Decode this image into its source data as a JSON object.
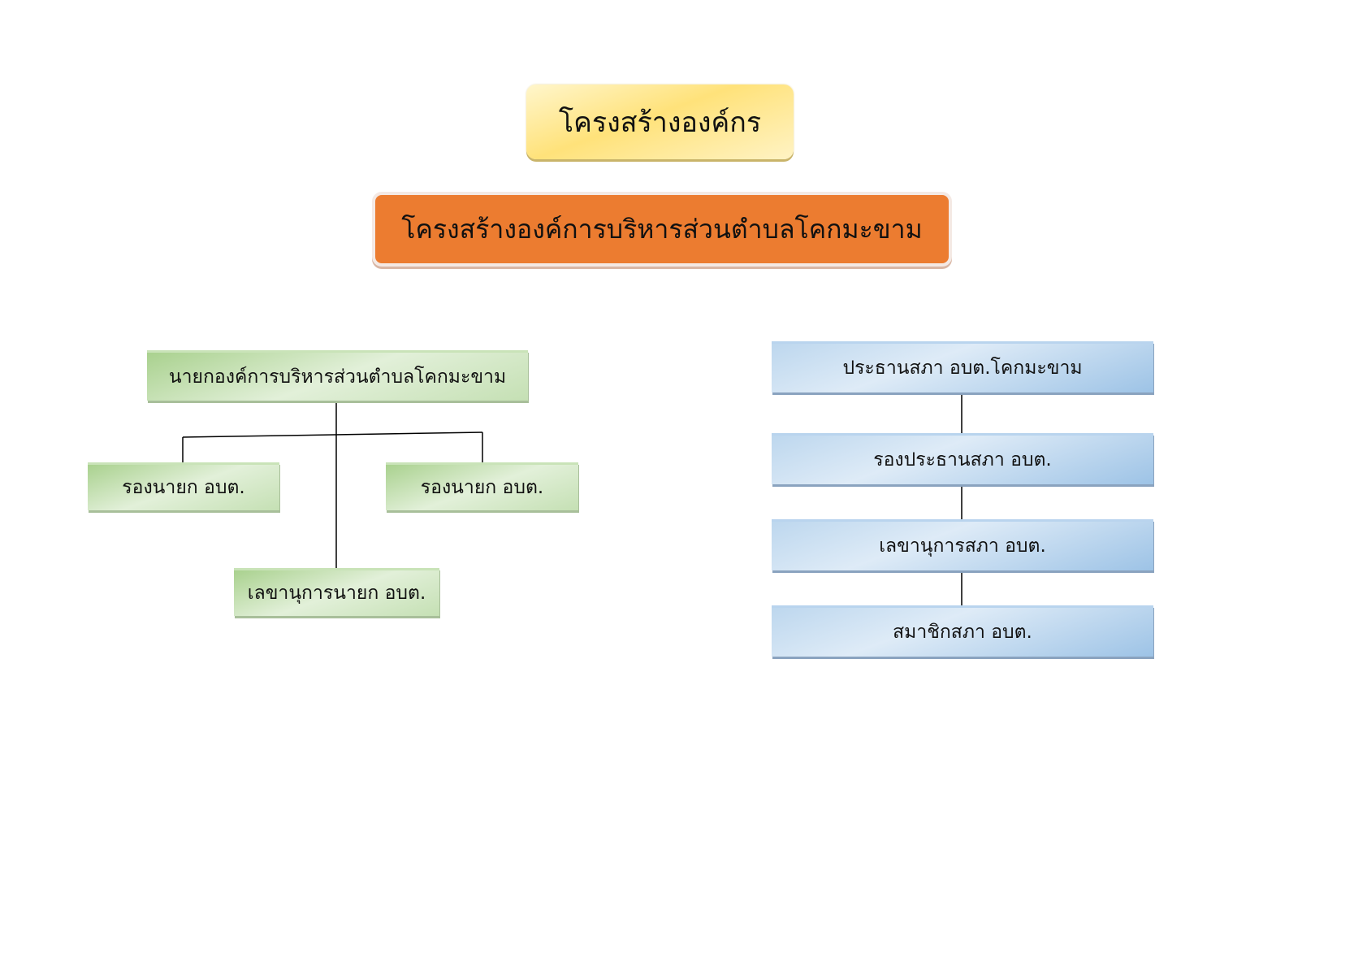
{
  "title": "โครงสร้างองค์กร",
  "subtitle": "โครงสร้างองค์การบริหารส่วนตำบลโคกมะขาม",
  "executive": {
    "head": "นายกองค์การบริหารส่วนตำบลโคกมะขาม",
    "deputy_left": "รองนายก อบต.",
    "deputy_right": "รองนายก อบต.",
    "secretary": "เลขานุการนายก อบต."
  },
  "council": [
    "ประธานสภา อบต.โคกมะขาม",
    "รองประธานสภา อบต.",
    "เลขานุการสภา อบต.",
    "สมาชิกสภา อบต."
  ],
  "colors": {
    "title": "#ffe27a",
    "subtitle": "#ec7c30",
    "executive": "#c5e0b4",
    "council": "#bdd7ee"
  }
}
